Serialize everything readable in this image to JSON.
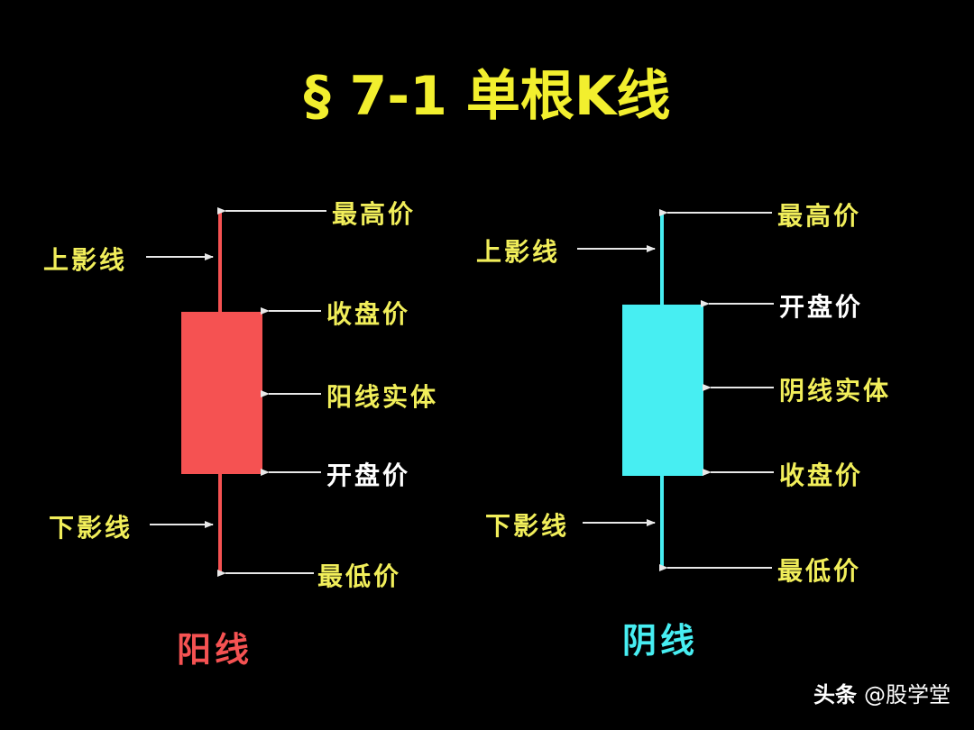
{
  "title": "§ 7-1 单根K线",
  "colors": {
    "yang": "#f55252",
    "yin": "#47eef2",
    "label": "#f1ee5a",
    "title": "#f2ef2e",
    "arrow": "#e8e8e8"
  },
  "yang_candle": {
    "caption": "阳线",
    "labels": {
      "high": "最高价",
      "close": "收盘价",
      "body": "阳线实体",
      "open": "开盘价",
      "low": "最低价",
      "upper_shadow": "上影线",
      "lower_shadow": "下影线"
    }
  },
  "yin_candle": {
    "caption": "阴线",
    "labels": {
      "high": "最高价",
      "open": "开盘价",
      "body": "阴线实体",
      "close": "收盘价",
      "low": "最低价",
      "upper_shadow": "上影线",
      "lower_shadow": "下影线"
    }
  },
  "watermark": {
    "brand": "头条",
    "account": "@股学堂"
  }
}
